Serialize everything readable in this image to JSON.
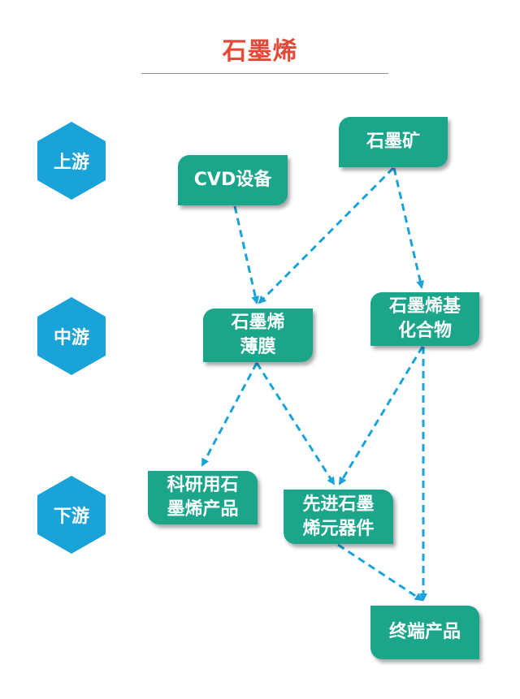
{
  "title": "石墨烯",
  "tiers": {
    "upstream": "上游",
    "midstream": "中游",
    "downstream": "下游"
  },
  "nodes": {
    "cvd": "CVD设备",
    "graphite_ore": "石墨矿",
    "graphene_film": "石墨烯\n薄膜",
    "graphene_compound": "石墨烯基\n化合物",
    "research_products": "科研用石\n墨烯产品",
    "advanced_devices": "先进石墨\n烯元器件",
    "end_products": "终端产品"
  },
  "edges": [
    [
      "cvd",
      "graphene_film"
    ],
    [
      "graphite_ore",
      "graphene_film"
    ],
    [
      "graphite_ore",
      "graphene_compound"
    ],
    [
      "graphene_film",
      "research_products"
    ],
    [
      "graphene_film",
      "advanced_devices"
    ],
    [
      "graphene_compound",
      "advanced_devices"
    ],
    [
      "graphene_compound",
      "end_products"
    ],
    [
      "advanced_devices",
      "end_products"
    ]
  ],
  "colors": {
    "title": "#e5493a",
    "hexagon": "#1aa3d8",
    "node": "#1ba58a",
    "arrow": "#1aa3d8"
  }
}
